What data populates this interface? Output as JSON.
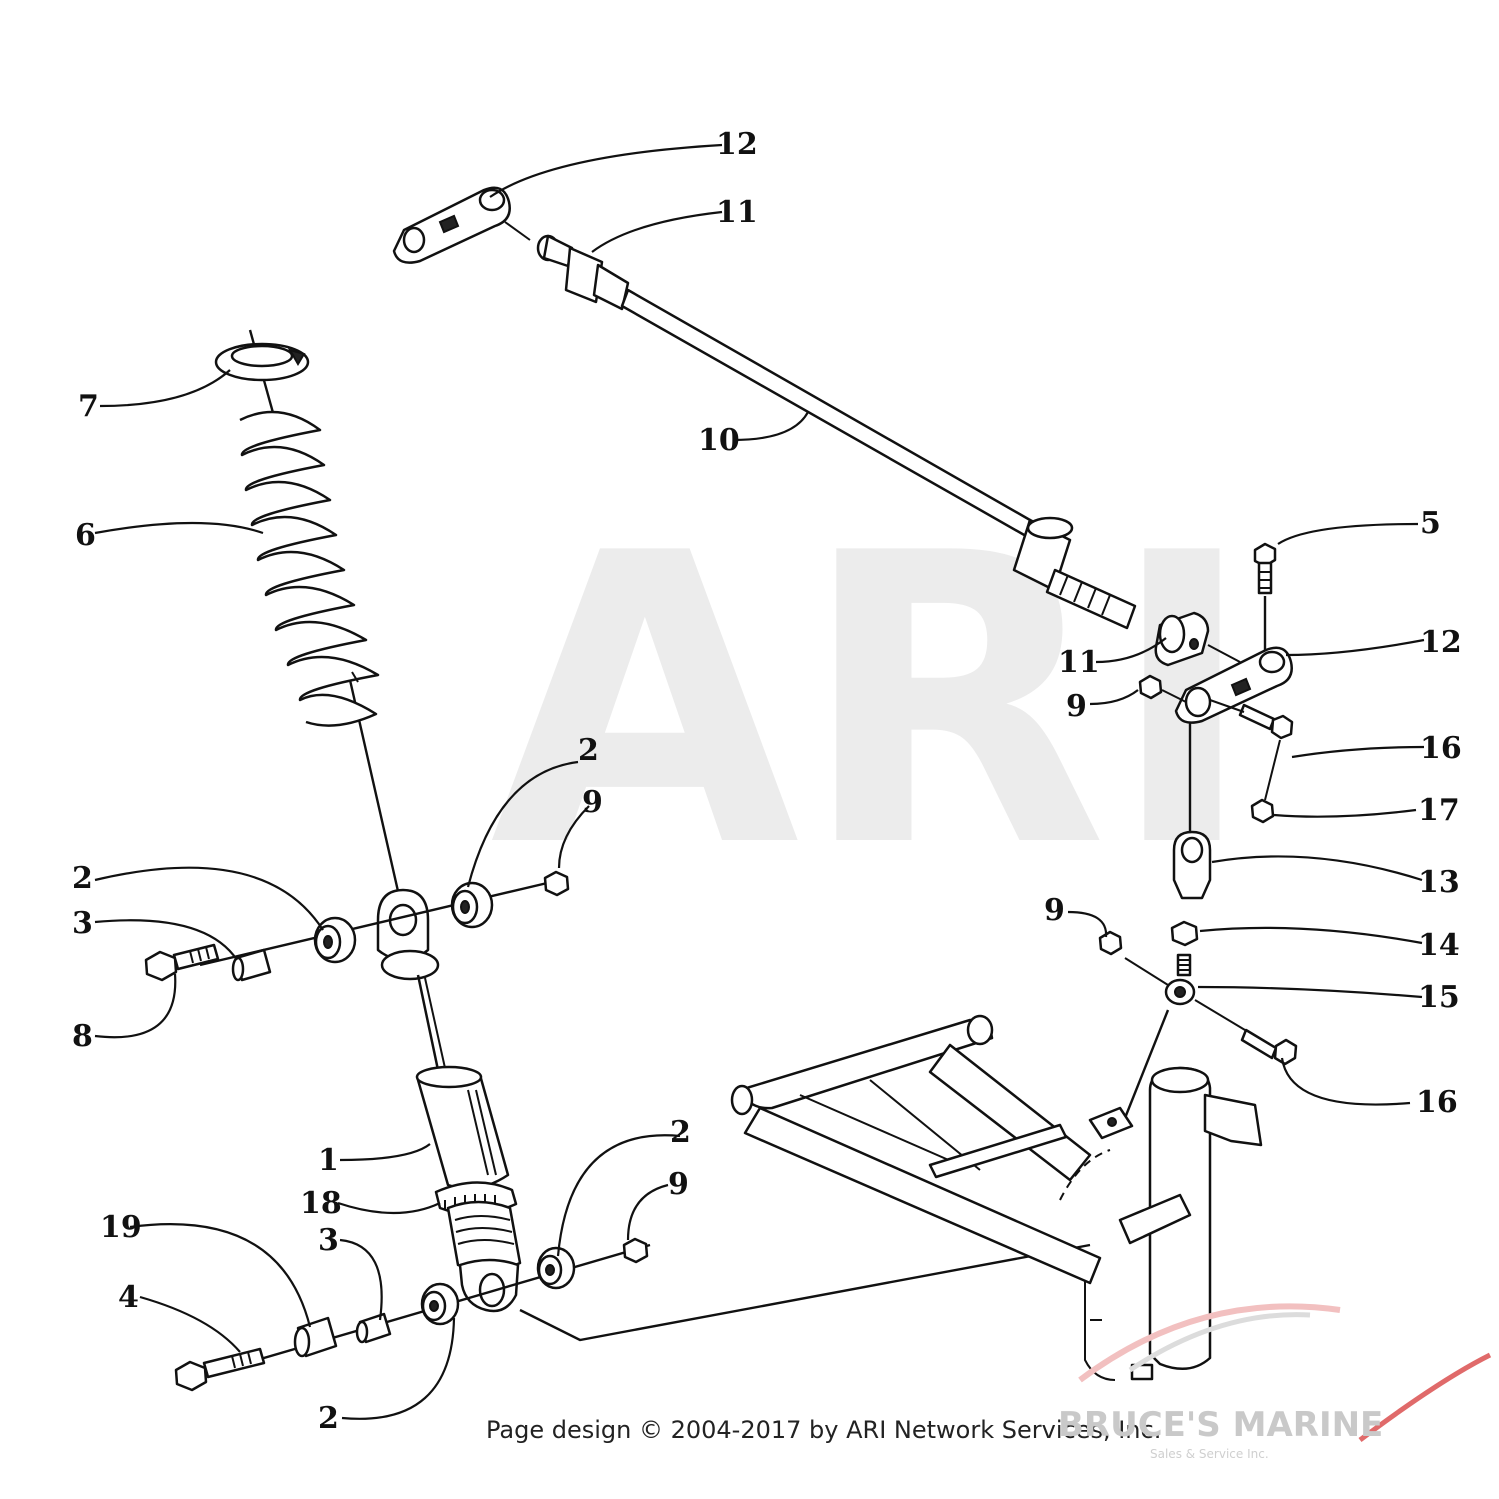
{
  "watermark": {
    "text": "ARI"
  },
  "copyright": "Page design © 2004-2017 by ARI Network Services, Inc.",
  "brand": {
    "name": "BRUCE'S MARINE",
    "tagline": "Sales & Service Inc."
  },
  "callouts": {
    "c1": "1",
    "c2a": "2",
    "c2b": "2",
    "c2c": "2",
    "c2d": "2",
    "c3a": "3",
    "c3b": "3",
    "c4": "4",
    "c5": "5",
    "c6": "6",
    "c7": "7",
    "c8": "8",
    "c9a": "9",
    "c9b": "9",
    "c9c": "9",
    "c9d": "9",
    "c10": "10",
    "c11a": "11",
    "c11b": "11",
    "c12a": "12",
    "c12b": "12",
    "c13": "13",
    "c14": "14",
    "c15": "15",
    "c16a": "16",
    "c16b": "16",
    "c17": "17",
    "c18": "18",
    "c19": "19"
  },
  "colors": {
    "ink": "#111111",
    "watermark": "#ececec",
    "brand_red": "#e06a6a"
  }
}
